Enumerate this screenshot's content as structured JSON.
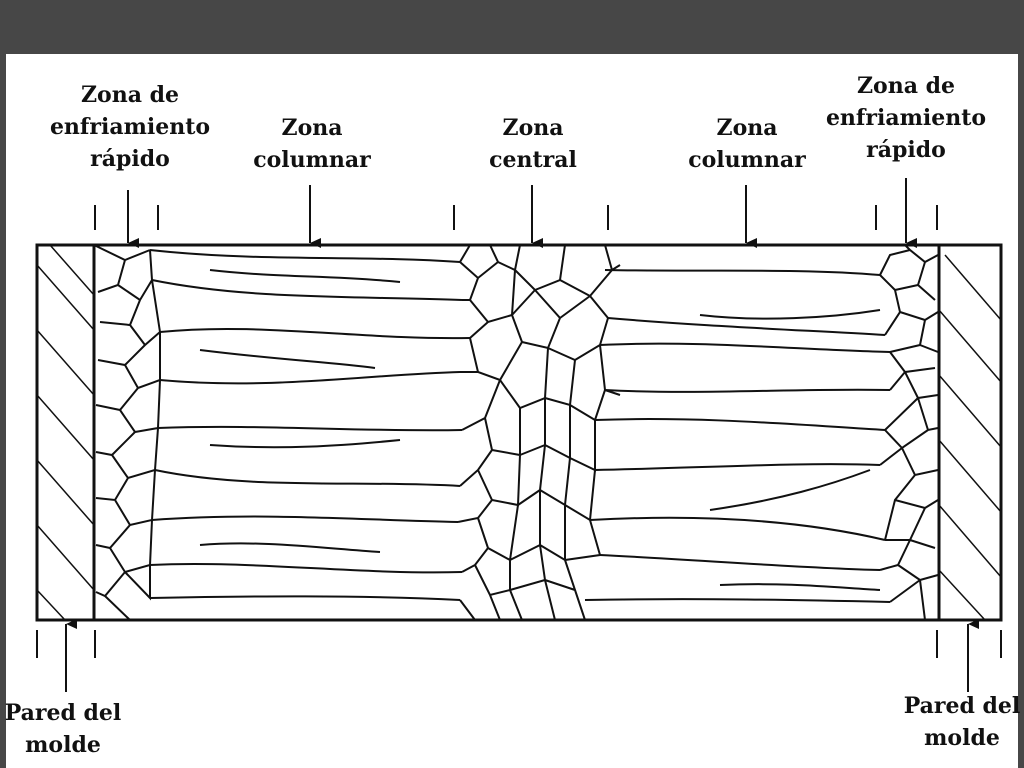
{
  "labels": {
    "chill_left": [
      "Zona de",
      "enfriamiento",
      "rápido"
    ],
    "columnar_left": [
      "Zona",
      "columnar"
    ],
    "central": [
      "Zona",
      "central"
    ],
    "columnar_right": [
      "Zona",
      "columnar"
    ],
    "chill_right": [
      "Zona de",
      "enfriamiento",
      "rápido"
    ],
    "wall_left": [
      "Pared del",
      "molde"
    ],
    "wall_right": [
      "Pared del",
      "molde"
    ]
  },
  "colors": {
    "frame": "#474747",
    "ink": "#111111",
    "paper": "#ffffff"
  }
}
